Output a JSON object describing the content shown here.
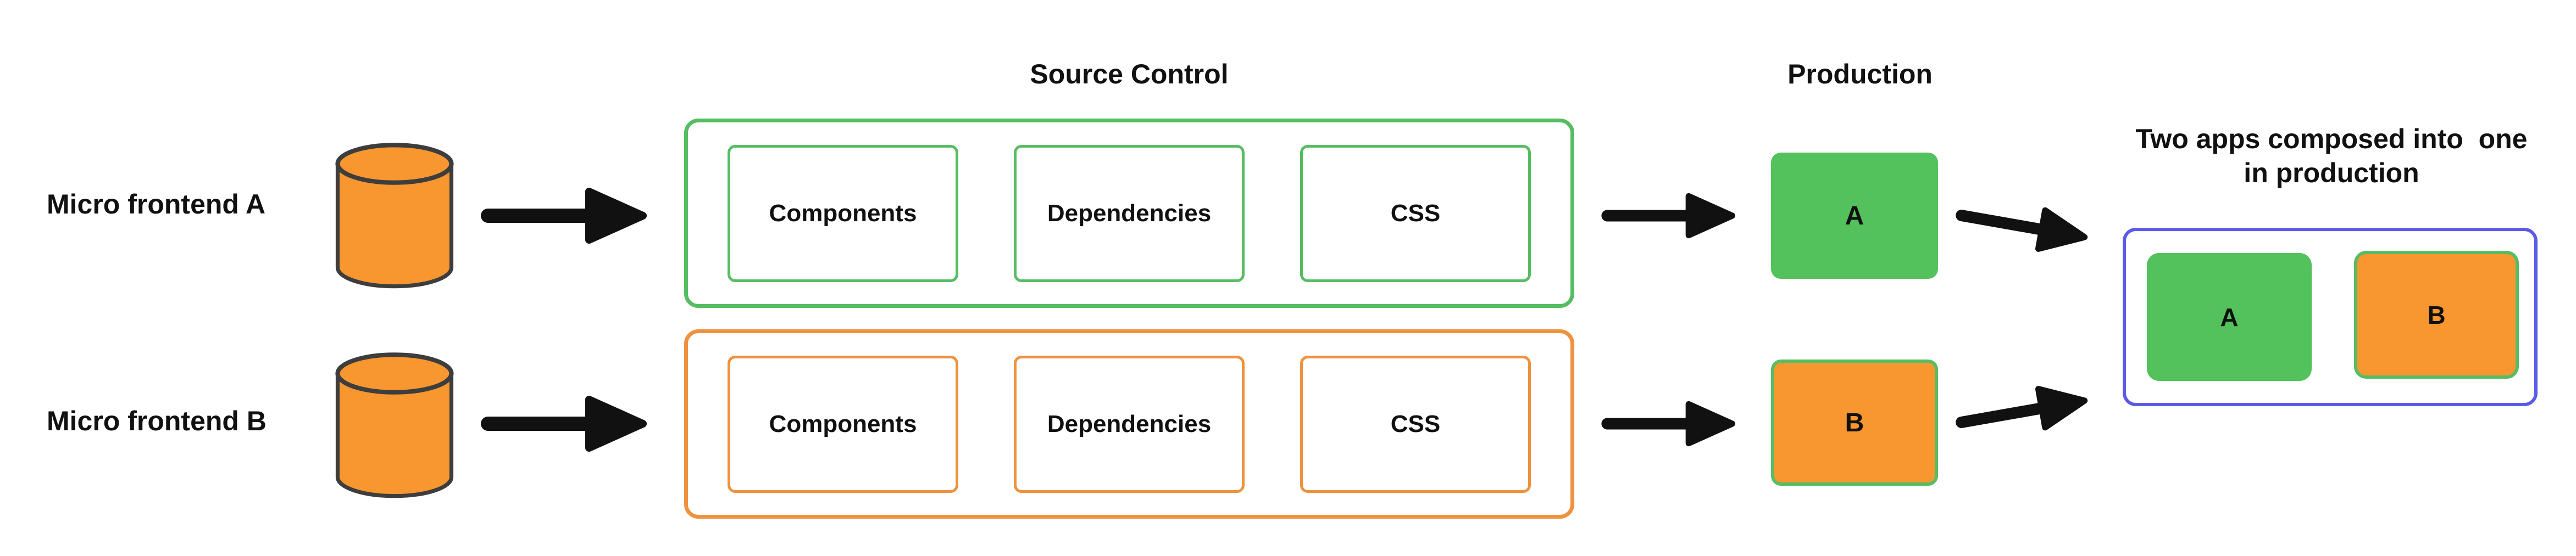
{
  "diagram": {
    "titles": {
      "source_control": "Source Control",
      "production": "Production",
      "composed": {
        "line1": "Two apps composed into  one",
        "line2": "in production"
      }
    },
    "rows": [
      {
        "label": "Micro frontend A",
        "boxes": [
          "Components",
          "Dependencies",
          "CSS"
        ],
        "production_letter": "A"
      },
      {
        "label": "Micro frontend B",
        "boxes": [
          "Components",
          "Dependencies",
          "CSS"
        ],
        "production_letter": "B"
      }
    ],
    "composed_apps": {
      "letter_a": "A",
      "letter_b": "B"
    },
    "colors": {
      "orange_fill": "#F8962F",
      "orange_border": "#EE9240",
      "green_fill": "#53C25D",
      "green_border": "#57BD63",
      "blue_border": "#5B5BE8",
      "arrow_black": "#111111",
      "cylinder_stroke": "#3D3D3D",
      "text_black": "#111111"
    }
  }
}
